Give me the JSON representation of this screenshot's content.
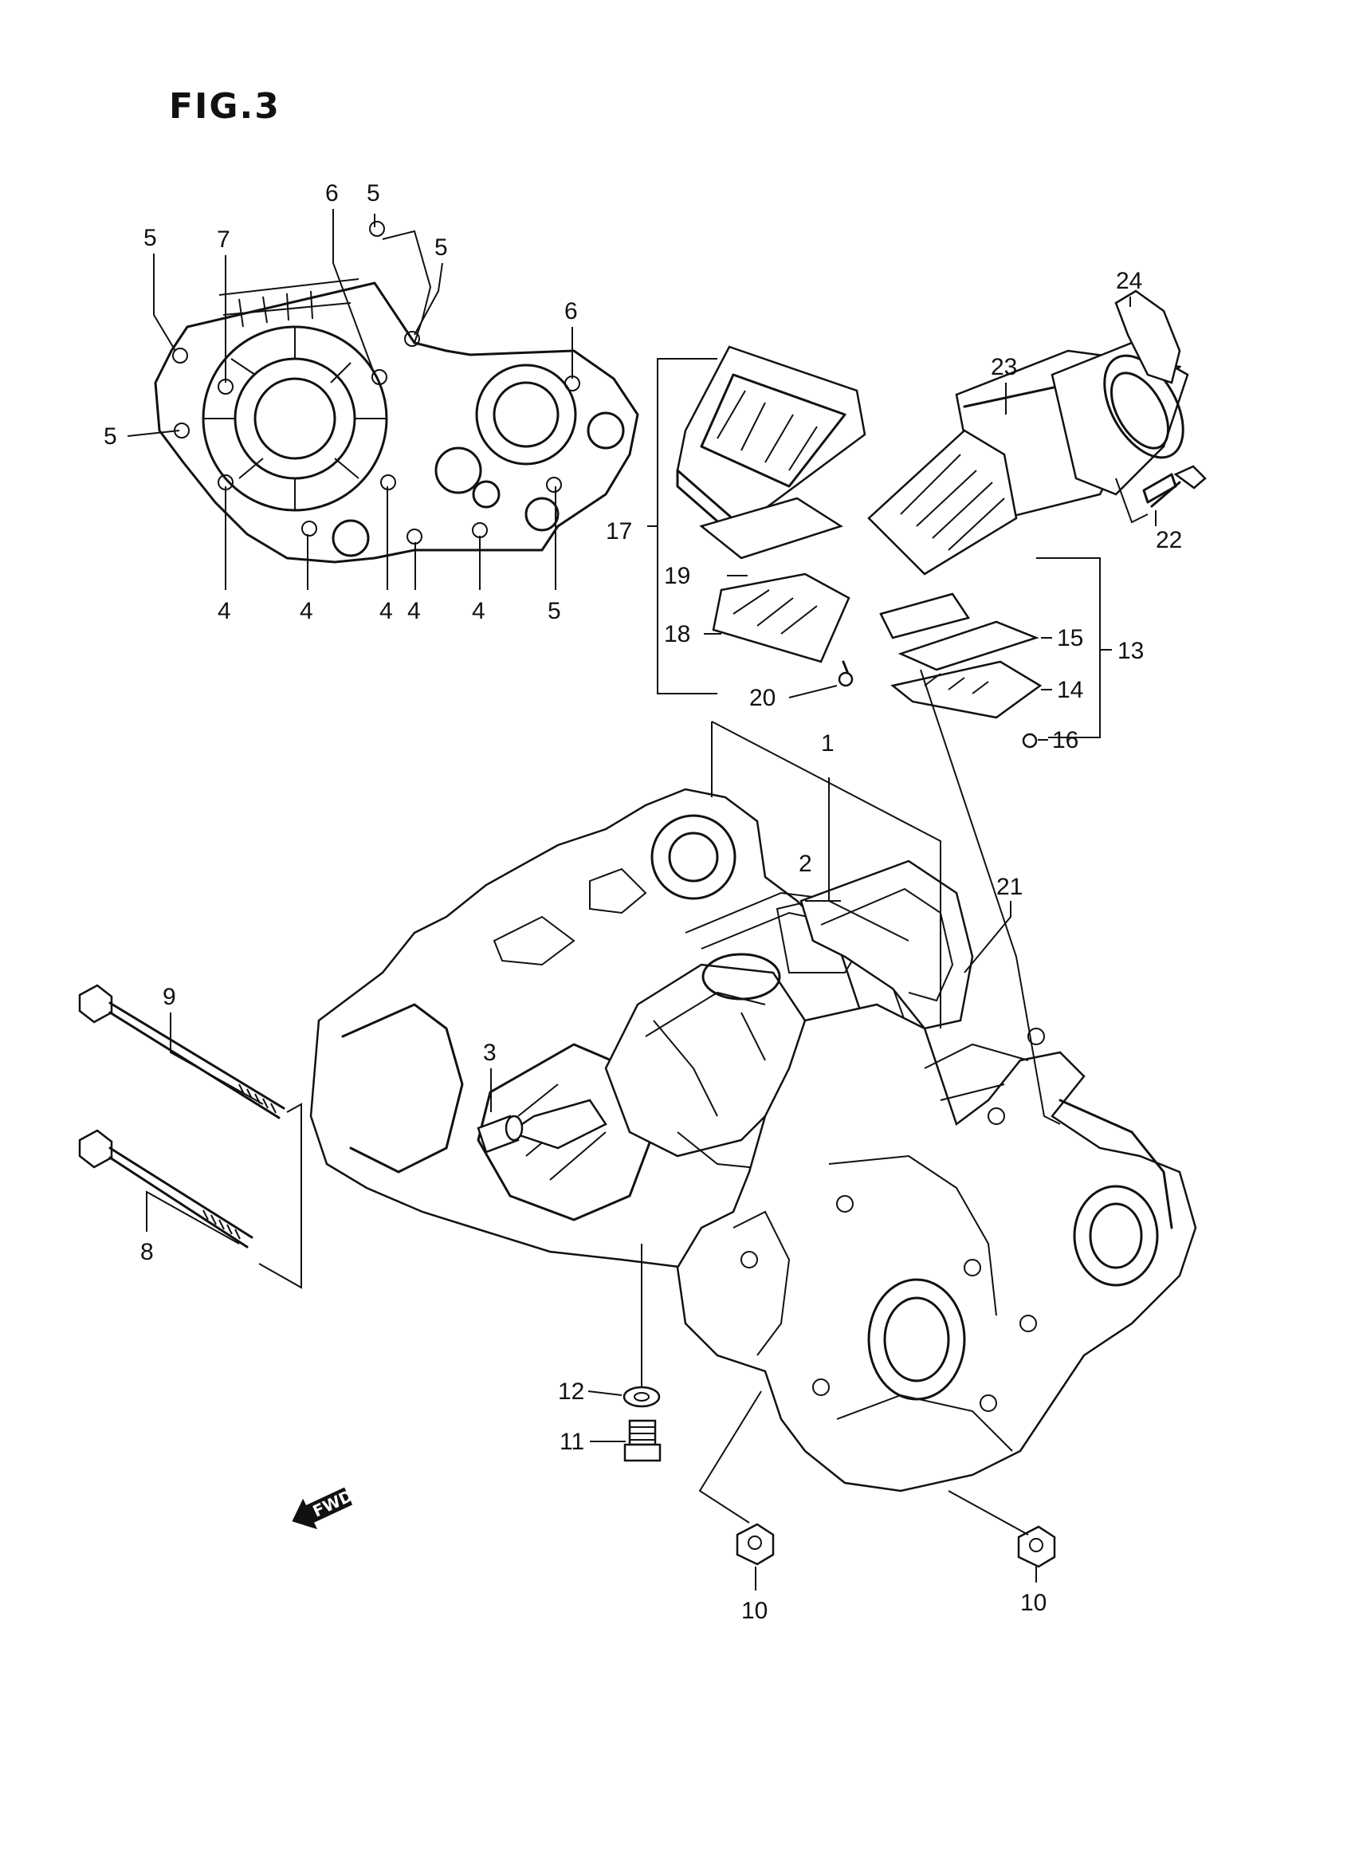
{
  "figure": {
    "title": "FIG.3"
  },
  "callouts": [
    {
      "id": "c5a",
      "label": "5"
    },
    {
      "id": "c7",
      "label": "7"
    },
    {
      "id": "c6a",
      "label": "6"
    },
    {
      "id": "c5b",
      "label": "5"
    },
    {
      "id": "c5c",
      "label": "5"
    },
    {
      "id": "c6b",
      "label": "6"
    },
    {
      "id": "c5d",
      "label": "5"
    },
    {
      "id": "c4a",
      "label": "4"
    },
    {
      "id": "c4b",
      "label": "4"
    },
    {
      "id": "c4c",
      "label": "4"
    },
    {
      "id": "c4d",
      "label": "4"
    },
    {
      "id": "c4e",
      "label": "4"
    },
    {
      "id": "c5e",
      "label": "5"
    },
    {
      "id": "c17",
      "label": "17"
    },
    {
      "id": "c19",
      "label": "19"
    },
    {
      "id": "c18",
      "label": "18"
    },
    {
      "id": "c20",
      "label": "20"
    },
    {
      "id": "c24",
      "label": "24"
    },
    {
      "id": "c23",
      "label": "23"
    },
    {
      "id": "c22",
      "label": "22"
    },
    {
      "id": "c15",
      "label": "15"
    },
    {
      "id": "c13",
      "label": "13"
    },
    {
      "id": "c14",
      "label": "14"
    },
    {
      "id": "c16",
      "label": "16"
    },
    {
      "id": "c1",
      "label": "1"
    },
    {
      "id": "c2",
      "label": "2"
    },
    {
      "id": "c21",
      "label": "21"
    },
    {
      "id": "c9",
      "label": "9"
    },
    {
      "id": "c3",
      "label": "3"
    },
    {
      "id": "c8",
      "label": "8"
    },
    {
      "id": "c12",
      "label": "12"
    },
    {
      "id": "c11",
      "label": "11"
    },
    {
      "id": "c10a",
      "label": "10"
    },
    {
      "id": "c10b",
      "label": "10"
    }
  ],
  "direction_marker": {
    "text": "FWD"
  }
}
